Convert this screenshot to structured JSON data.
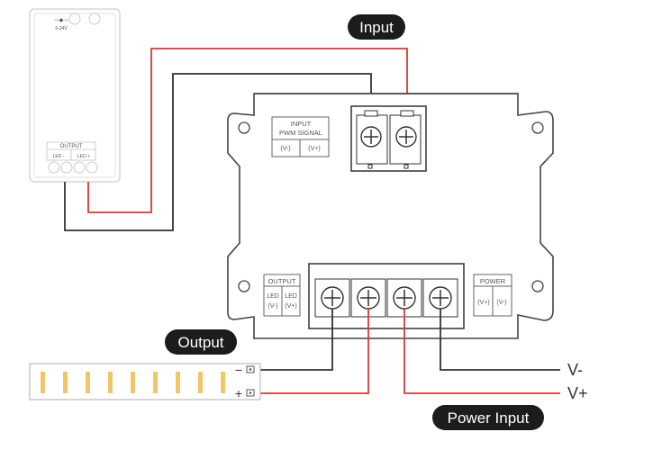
{
  "labels": {
    "input": "Input",
    "output": "Output",
    "power_input": "Power Input",
    "v_minus": "V-",
    "v_plus": "V+"
  },
  "controller": {
    "output_title": "OUTPUT",
    "led_minus": "LED -",
    "led_plus": "LED +"
  },
  "amplifier": {
    "input_box": {
      "line1": "INPUT",
      "line2": "PWM SIGNAL",
      "left": "(V-)",
      "right": "(V+)"
    },
    "output_box": {
      "title": "OUTPUT",
      "led1": "LED",
      "pol1": "(V-)",
      "led2": "LED",
      "pol2": "(V+)"
    },
    "power_box": {
      "title": "POWER",
      "left": "(V+)",
      "right": "(V-)"
    }
  },
  "strip_terminals": {
    "minus": "−",
    "plus": "+"
  },
  "colors": {
    "wire_red": "#d9383a",
    "wire_black": "#333333",
    "pill": "#1c1c1c",
    "led": "#f2c56b"
  }
}
